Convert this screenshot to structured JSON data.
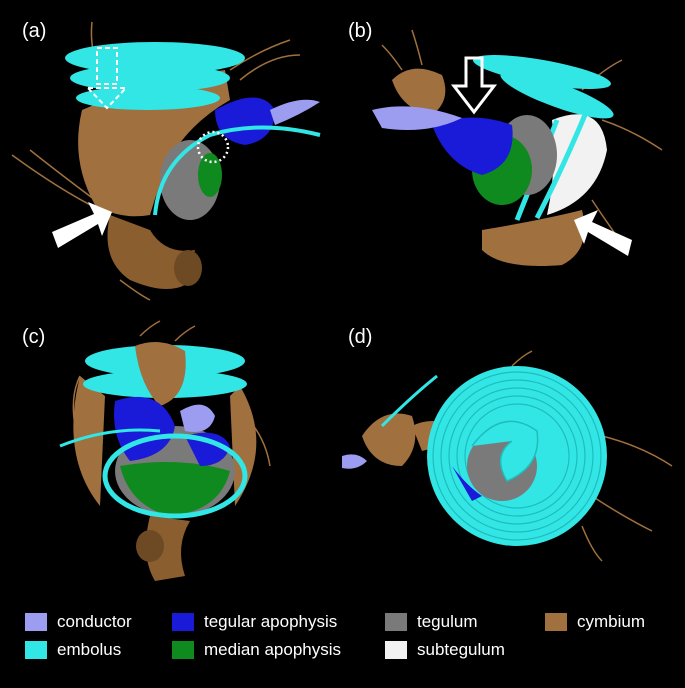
{
  "panels": [
    {
      "label": "(a)"
    },
    {
      "label": "(b)"
    },
    {
      "label": "(c)"
    },
    {
      "label": "(d)"
    }
  ],
  "legend": [
    {
      "name": "conductor",
      "color": "#9c9cf0"
    },
    {
      "name": "embolus",
      "color": "#33e6e6"
    },
    {
      "name": "tegular apophysis",
      "color": "#1a1ad9"
    },
    {
      "name": "median apophysis",
      "color": "#0f8a1e"
    },
    {
      "name": "tegulum",
      "color": "#7a7a7a"
    },
    {
      "name": "subtegulum",
      "color": "#f2f2f2"
    },
    {
      "name": "cymbium",
      "color": "#a0703e"
    }
  ],
  "colors": {
    "background": "#000000",
    "cymbium": "#a0703e",
    "embolus": "#33e6e6",
    "tegular_apophysis": "#1a1ad9",
    "conductor": "#9c9cf0",
    "median_apophysis": "#0f8a1e",
    "tegulum": "#7a7a7a",
    "subtegulum": "#f2f2f2",
    "arrow": "#ffffff"
  }
}
